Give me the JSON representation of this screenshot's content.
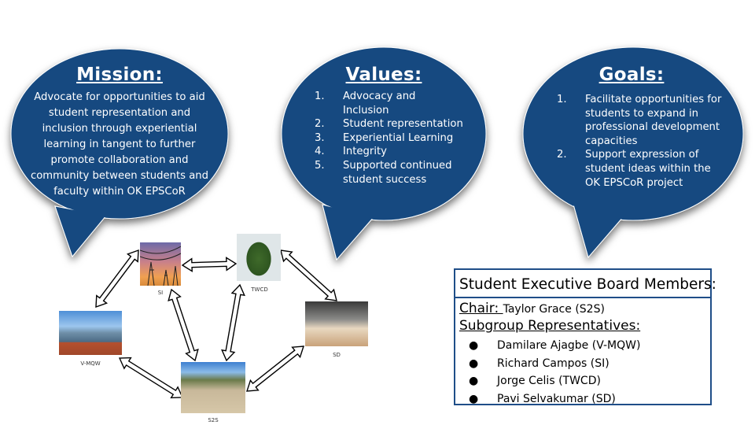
{
  "colors": {
    "bubble": "#144a80",
    "border": "#1f4e88"
  },
  "mission": {
    "title": "Mission:",
    "body": "Advocate for opportunities to aid student representation and inclusion through experiential learning in tangent to further promote collaboration and community between students and faculty within OK EPSCoR"
  },
  "values": {
    "title": "Values:",
    "items": [
      {
        "num": "1.",
        "text": "Advocacy and Inclusion"
      },
      {
        "num": "2.",
        "text": "Student representation"
      },
      {
        "num": "3.",
        "text": "Experiential Learning"
      },
      {
        "num": "4.",
        "text": "Integrity"
      },
      {
        "num": "5.",
        "text": "Supported continued student success"
      }
    ]
  },
  "goals": {
    "title": "Goals:",
    "items": [
      {
        "num": "1.",
        "text": "Facilitate opportunities for students to expand in professional development capacities"
      },
      {
        "num": "2.",
        "text": "Support expression of student ideas within the OK EPSCoR project"
      }
    ]
  },
  "diagram": {
    "nodes": [
      {
        "id": "SI",
        "label": "SI"
      },
      {
        "id": "TWCD",
        "label": "TWCD"
      },
      {
        "id": "V-MQW",
        "label": "V-MQW"
      },
      {
        "id": "SD",
        "label": "SD"
      },
      {
        "id": "S2S",
        "label": "S2S"
      }
    ]
  },
  "board": {
    "title": "Student Executive Board Members:",
    "chair_label": "Chair: ",
    "chair_value": "Taylor Grace (S2S)",
    "sub_label": "Subgroup Representatives:",
    "bullet": "●",
    "members": [
      "Damilare Ajagbe (V-MQW)",
      "Richard Campos (SI)",
      "Jorge Celis (TWCD)",
      "Pavi Selvakumar (SD)"
    ]
  }
}
